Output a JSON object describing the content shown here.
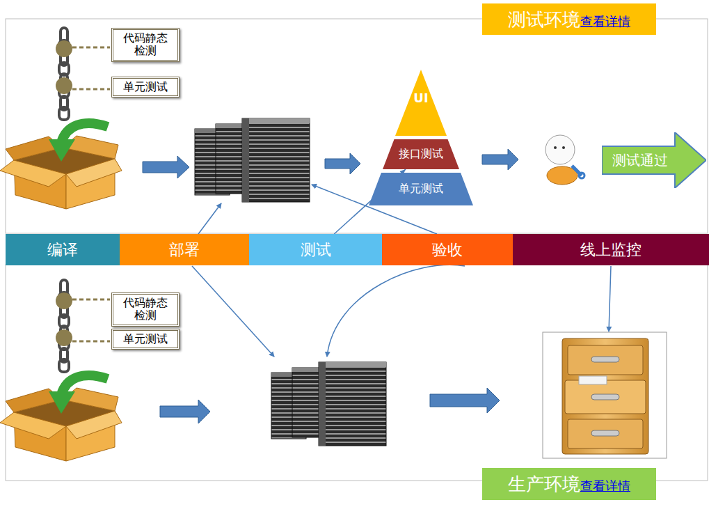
{
  "diagram": {
    "nodes": [
      {
        "text": [
          "测试环境",
          "查看详情"
        ]
      },
      {
        "text": [
          "代码静态检测"
        ]
      },
      {
        "text": [
          "单元测试"
        ]
      },
      {
        "text": [
          "UI"
        ]
      },
      {
        "text": [
          "接口测试"
        ]
      },
      {
        "text": [
          "单元测试"
        ]
      },
      {
        "text": [
          "测试通过"
        ]
      },
      {
        "text": [
          "编译"
        ]
      },
      {
        "text": [
          "部署"
        ]
      },
      {
        "text": [
          "测试"
        ]
      },
      {
        "text": [
          "验收"
        ]
      },
      {
        "text": [
          "线上监控"
        ]
      },
      {
        "text": [
          "代码静态检测"
        ]
      },
      {
        "text": [
          "单元测试"
        ]
      },
      {
        "text": [
          "生产环境",
          "查看详情"
        ]
      }
    ],
    "edges": [
      {
        "from": 9,
        "to": 4,
        "arrow": "to"
      }
    ]
  }
}
